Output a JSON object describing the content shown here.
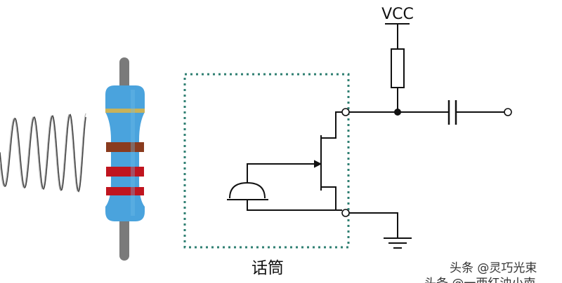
{
  "labels": {
    "vcc": "VCC",
    "mic_box": "话筒"
  },
  "watermarks": {
    "line1": "头条 @灵巧光束",
    "line2": "头条 @一西红油小南"
  },
  "colors": {
    "wire": "#111111",
    "dotted_box": "#2f7f72",
    "resistor_body": "#4aa3dd",
    "band_gold": "#c8b25a",
    "band_brown": "#8a3b1e",
    "band_red": "#c0151f",
    "lead": "#7a7a7a",
    "wave": "#222222"
  },
  "icons": {
    "resistor": "color-band-resistor",
    "wave": "sound-wave",
    "microphone": "mic-diaphragm-symbol",
    "transistor": "jfet-symbol",
    "capacitor": "capacitor-symbol",
    "ground": "ground-symbol"
  }
}
